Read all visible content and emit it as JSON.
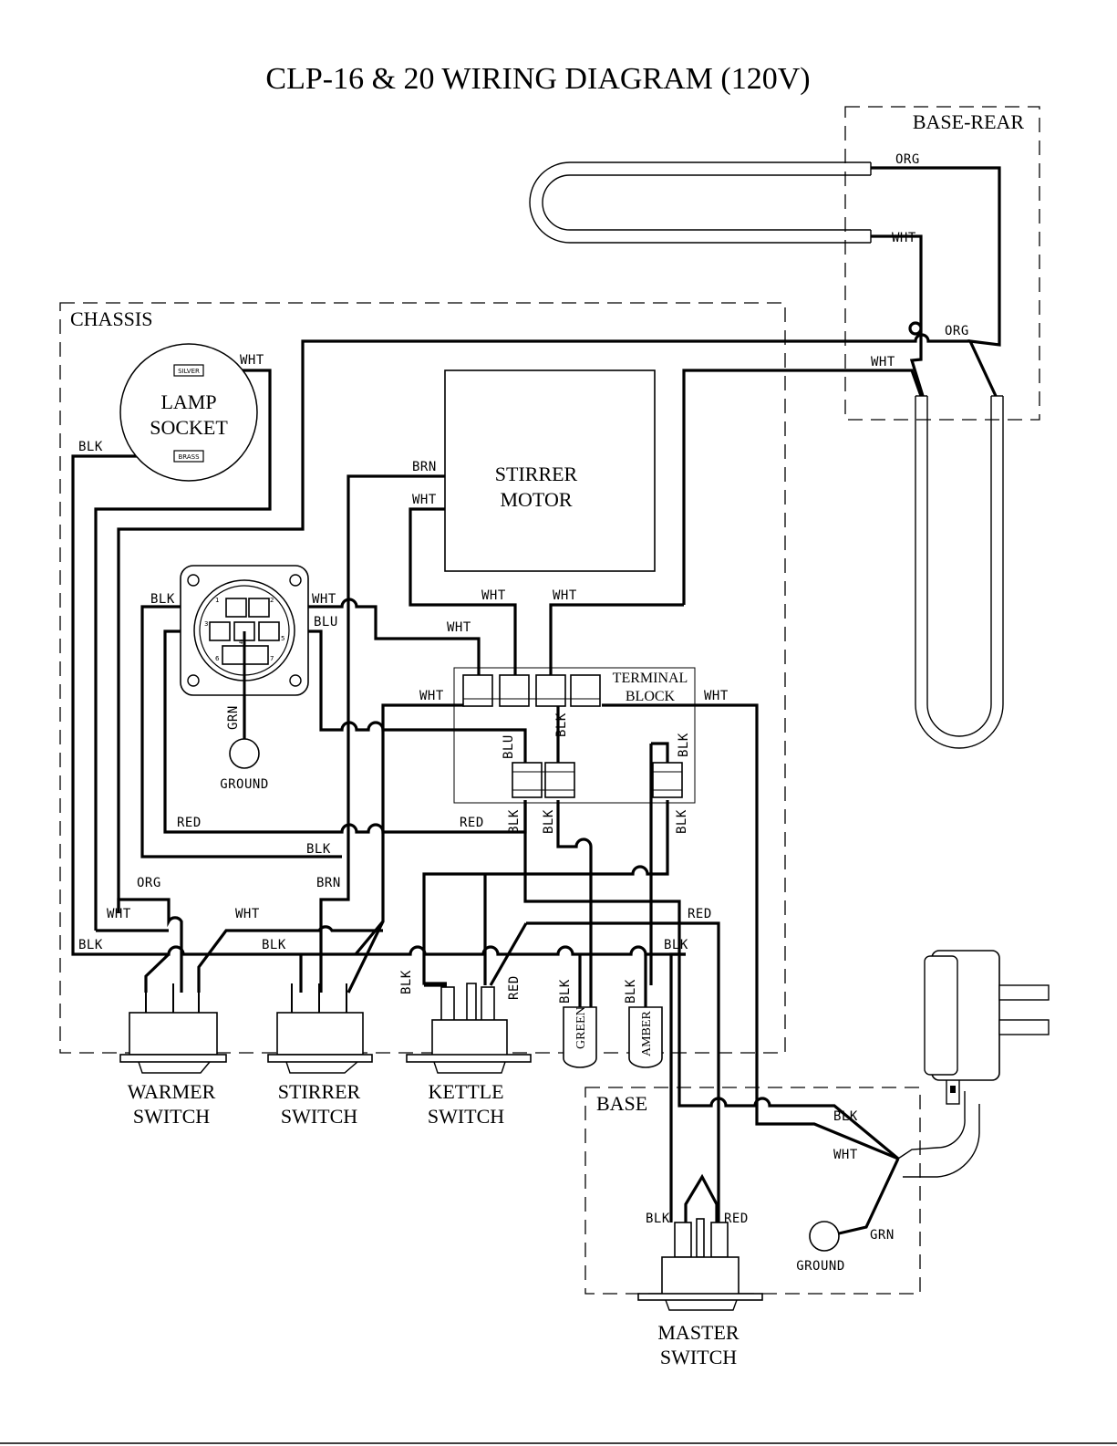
{
  "title": "CLP-16 & 20 WIRING DIAGRAM (120V)",
  "regions": {
    "base_rear": "BASE-REAR",
    "chassis": "CHASSIS",
    "base": "BASE"
  },
  "components": {
    "lamp_socket_line1": "LAMP",
    "lamp_socket_line2": "SOCKET",
    "lamp_silver": "SILVER",
    "lamp_brass": "BRASS",
    "stirrer_motor_line1": "STIRRER",
    "stirrer_motor_line2": "MOTOR",
    "terminal_block_line1": "TERMINAL",
    "terminal_block_line2": "BLOCK",
    "thermostat_pins": [
      "1",
      "2",
      "3",
      "4",
      "5",
      "6",
      "7"
    ],
    "ground_chassis": "GROUND",
    "ground_base": "GROUND",
    "light_green": "GREEN",
    "light_amber": "AMBER",
    "warmer_switch_line1": "WARMER",
    "warmer_switch_line2": "SWITCH",
    "stirrer_switch_line1": "STIRRER",
    "stirrer_switch_line2": "SWITCH",
    "kettle_switch_line1": "KETTLE",
    "kettle_switch_line2": "SWITCH",
    "master_switch_line1": "MASTER",
    "master_switch_line2": "SWITCH"
  },
  "wire_labels": {
    "heater_top_org": "ORG",
    "heater_mid_wht": "WHT",
    "rear_org": "ORG",
    "rear_wht": "WHT",
    "lamp_wht": "WHT",
    "lamp_blk": "BLK",
    "motor_brn": "BRN",
    "motor_wht": "WHT",
    "tb_wht_left": "WHT",
    "tb_wht_right": "WHT",
    "tb_wht_in": "WHT",
    "tstat_blk": "BLK",
    "tstat_wht": "WHT",
    "tstat_blu": "BLU",
    "tb_wht_mid": "WHT",
    "tb_wht_out": "WHT",
    "grn_tstat": "GRN",
    "blu_relay": "BLU",
    "blk_relay1": "BLK",
    "blk_relay2": "BLK",
    "blk_relay3": "BLK",
    "blk_relay4": "BLK",
    "blk_relay5": "BLK",
    "red_left": "RED",
    "red_mid": "RED",
    "blk_mid": "BLK",
    "org_warmer": "ORG",
    "brn_stirrer": "BRN",
    "wht_warmer": "WHT",
    "wht_stirrer": "WHT",
    "blk_warmer": "BLK",
    "blk_stirrer": "BLK",
    "red_master": "RED",
    "blk_right": "BLK",
    "blk_kettle": "BLK",
    "red_kettle": "RED",
    "blk_green": "BLK",
    "blk_amber": "BLK",
    "cord_blk": "BLK",
    "cord_wht": "WHT",
    "cord_grn": "GRN",
    "master_blk": "BLK",
    "master_red": "RED"
  }
}
